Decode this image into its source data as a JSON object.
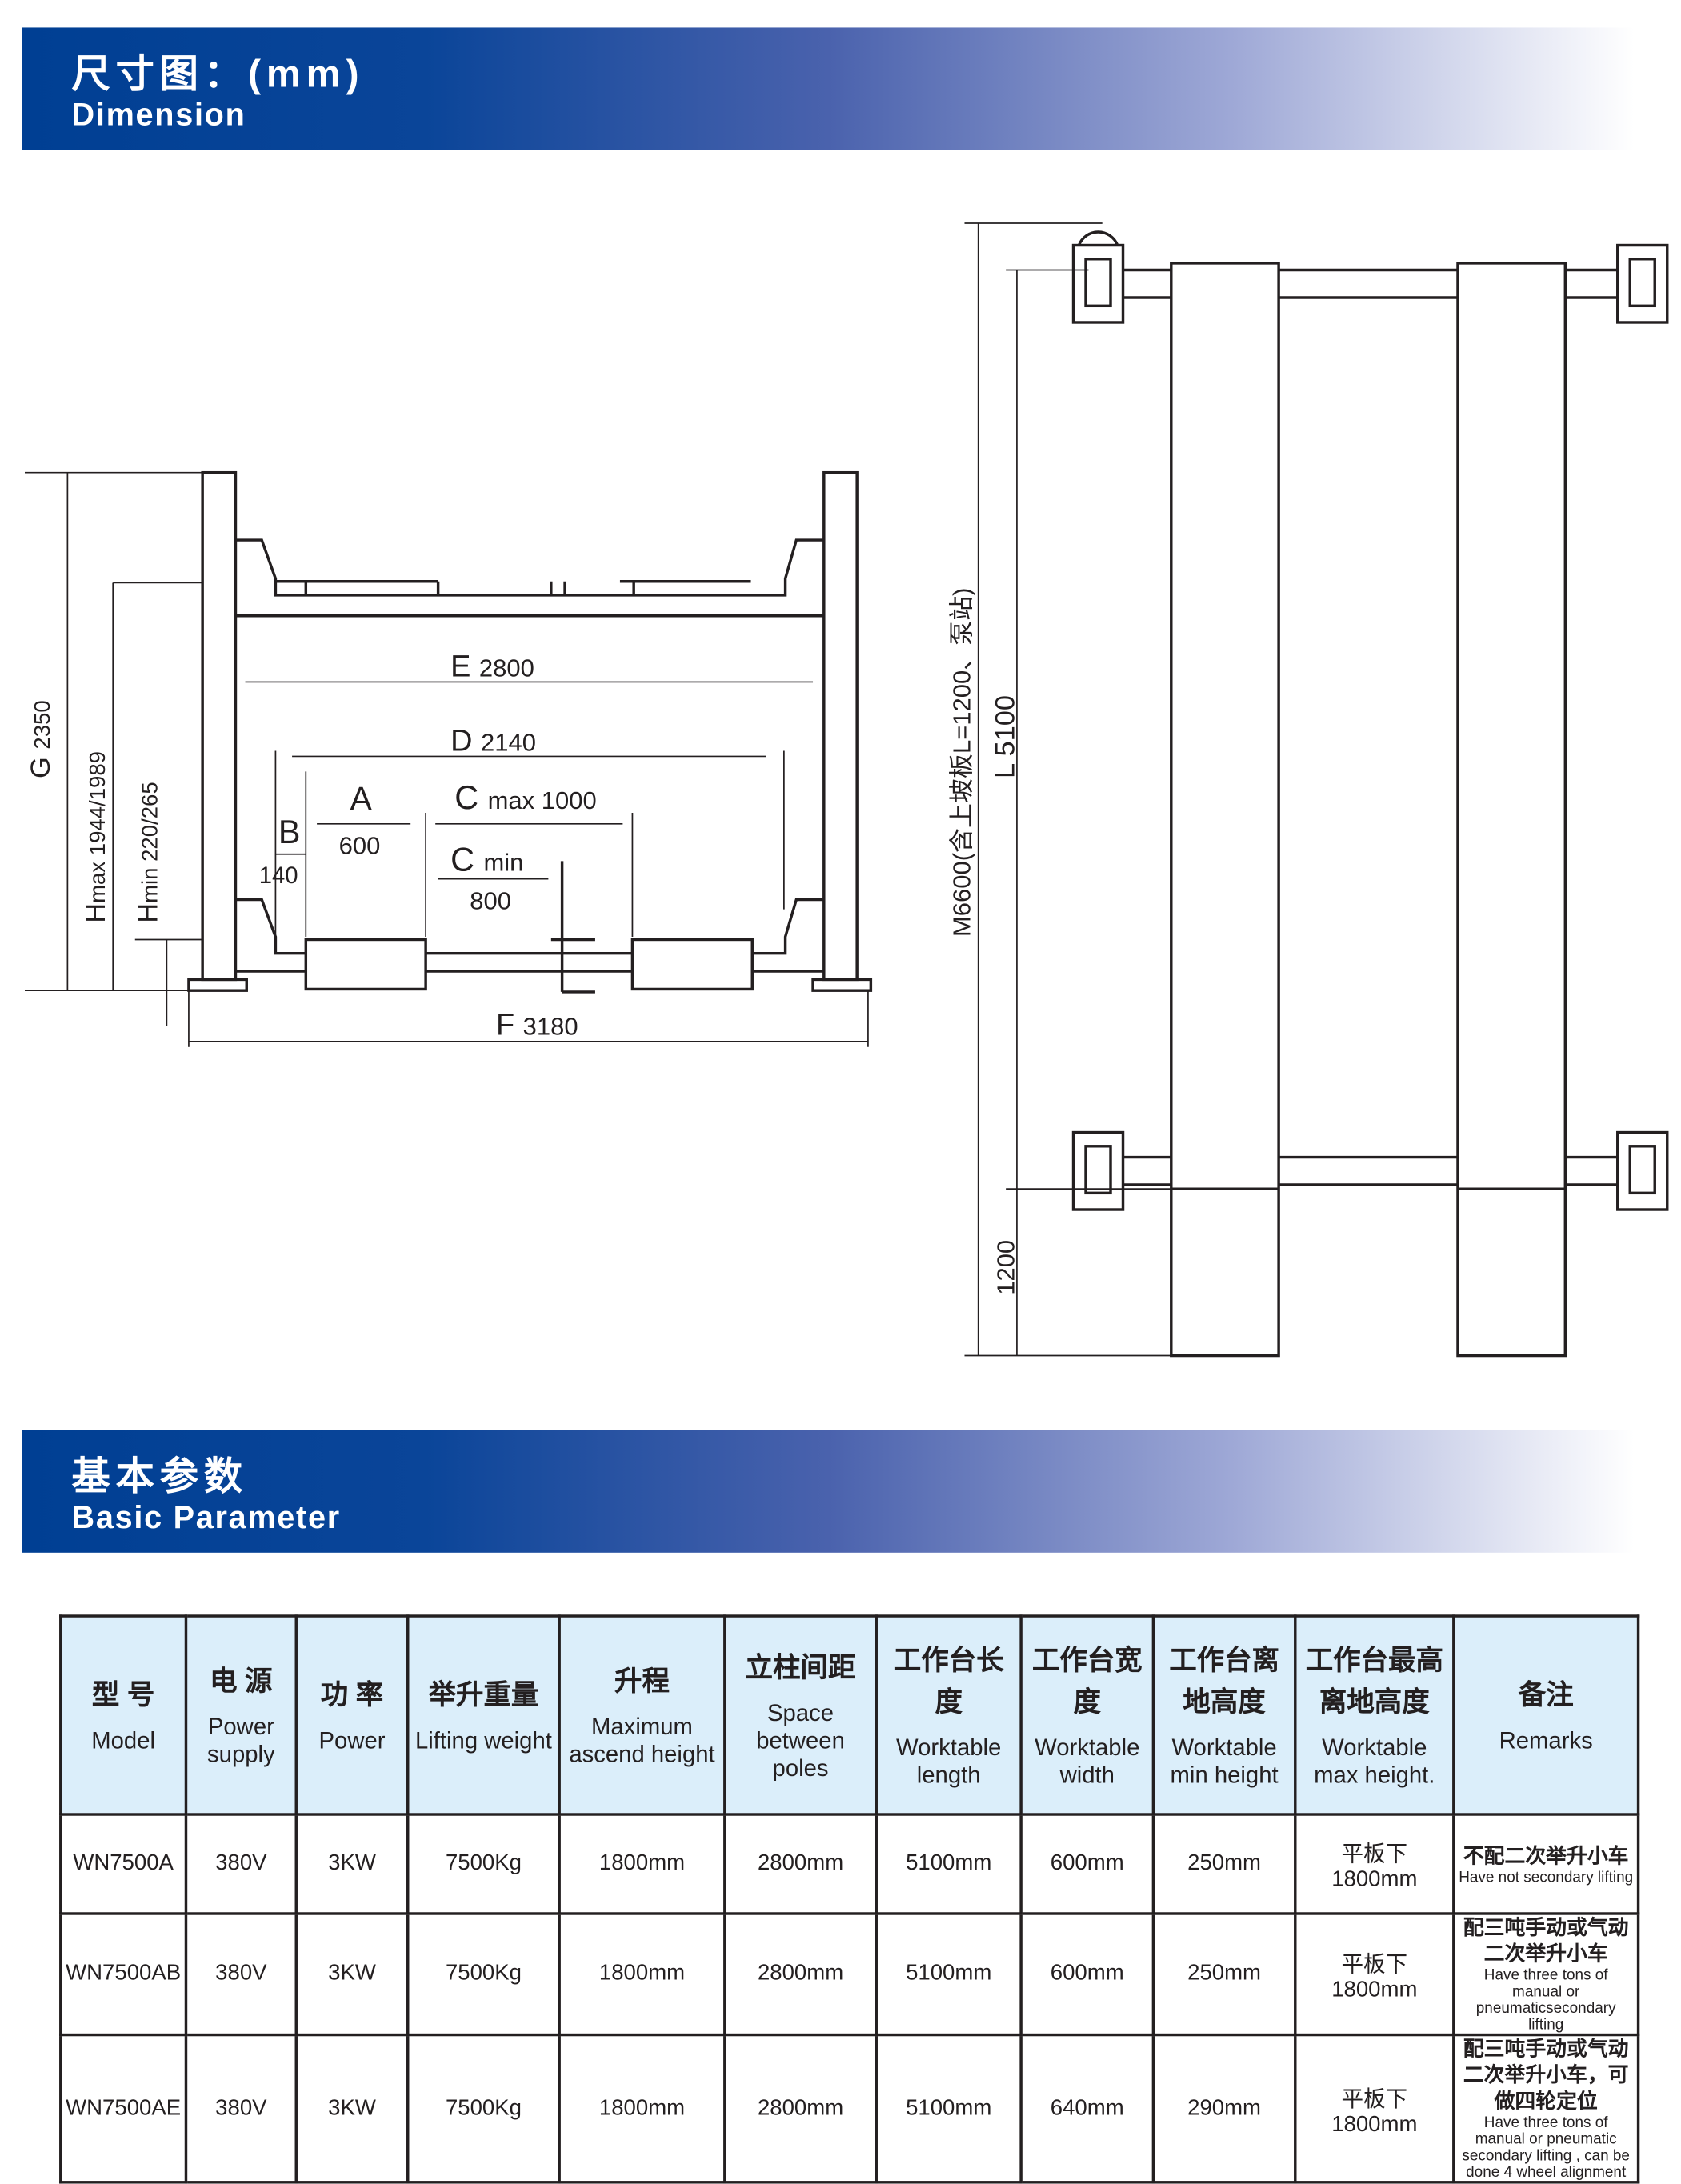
{
  "dimension_section": {
    "title_cn": "尺寸图：(mm)",
    "title_en": "Dimension"
  },
  "front_view": {
    "G": "G",
    "G_val": "2350",
    "Hmax": "H",
    "Hmax_val": "max 1944/1989",
    "Hmin": "H",
    "Hmin_val": "min 220/265",
    "E": "E",
    "E_val": "2800",
    "D": "D",
    "D_val": "2140",
    "A": "A",
    "A_val": "600",
    "B": "B",
    "B_val": "140",
    "Cmax": "C",
    "Cmax_val": "max 1000",
    "Cmin": "C",
    "Cmin_val": "min",
    "Cmin_num": "800",
    "F": "F",
    "F_val": "3180"
  },
  "top_view": {
    "M": "M6600(含上坡板L=1200、泵站)",
    "L": "L 5100",
    "ramp": "1200"
  },
  "parameter_section": {
    "title_cn": "基本参数",
    "title_en": "Basic Parameter"
  },
  "table": {
    "headers": [
      {
        "cn": "型 号",
        "en": "Model"
      },
      {
        "cn": "电 源",
        "en": "Power supply"
      },
      {
        "cn": "功 率",
        "en": "Power"
      },
      {
        "cn": "举升重量",
        "en": "Lifting weight"
      },
      {
        "cn": "升程",
        "en": "Maximum ascend height"
      },
      {
        "cn": "立柱间距",
        "en": "Space between poles"
      },
      {
        "cn": "工作台长度",
        "en": "Worktable length"
      },
      {
        "cn": "工作台宽度",
        "en": "Worktable width"
      },
      {
        "cn": "工作台离地高度",
        "en": "Worktable min height"
      },
      {
        "cn": "工作台最高离地高度",
        "en": "Worktable max height."
      },
      {
        "cn": "备注",
        "en": "Remarks"
      }
    ],
    "rows": [
      {
        "cells": [
          "WN7500A",
          "380V",
          "3KW",
          "7500Kg",
          "1800mm",
          "2800mm",
          "5100mm",
          "600mm",
          "250mm",
          "平板下1800mm"
        ],
        "remark_cn": "不配二次举升小车",
        "remark_en": "Have not secondary lifting"
      },
      {
        "cells": [
          "WN7500AB",
          "380V",
          "3KW",
          "7500Kg",
          "1800mm",
          "2800mm",
          "5100mm",
          "600mm",
          "250mm",
          "平板下1800mm"
        ],
        "remark_cn": "配三吨手动或气动二次举升小车",
        "remark_en": "Have three tons of manual or pneumaticsecondary lifting"
      },
      {
        "cells": [
          "WN7500AE",
          "380V",
          "3KW",
          "7500Kg",
          "1800mm",
          "2800mm",
          "5100mm",
          "640mm",
          "290mm",
          "平板下1800mm"
        ],
        "remark_cn": "配三吨手动或气动二次举升小车，可做四轮定位",
        "remark_en": "Have three tons of manual or pneumatic secondary lifting , can be done 4 wheel alignment"
      }
    ]
  }
}
